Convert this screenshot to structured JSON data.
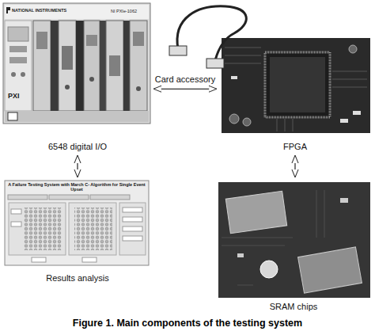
{
  "diagram": {
    "caption": "Figure 1. Main components of the testing system",
    "nodes": [
      {
        "text": [
          "6548 digital I/O"
        ]
      },
      {
        "text": [
          "FPGA"
        ]
      },
      {
        "text": [
          "Results analysis"
        ]
      },
      {
        "text": [
          "SRAM chips"
        ]
      }
    ],
    "edges": [
      {
        "from": 0,
        "to": 1,
        "arrow": "both",
        "label": "Card accessory"
      },
      {
        "from": 0,
        "to": 2,
        "arrow": "both"
      },
      {
        "from": 1,
        "to": 3,
        "arrow": "both"
      }
    ],
    "labels": [
      "NATIONAL INSTRUMENTS",
      "NI PXIe-1062",
      "PXI",
      "A Failure Testing System with March C- Algorithm for Single Event Upset"
    ]
  }
}
